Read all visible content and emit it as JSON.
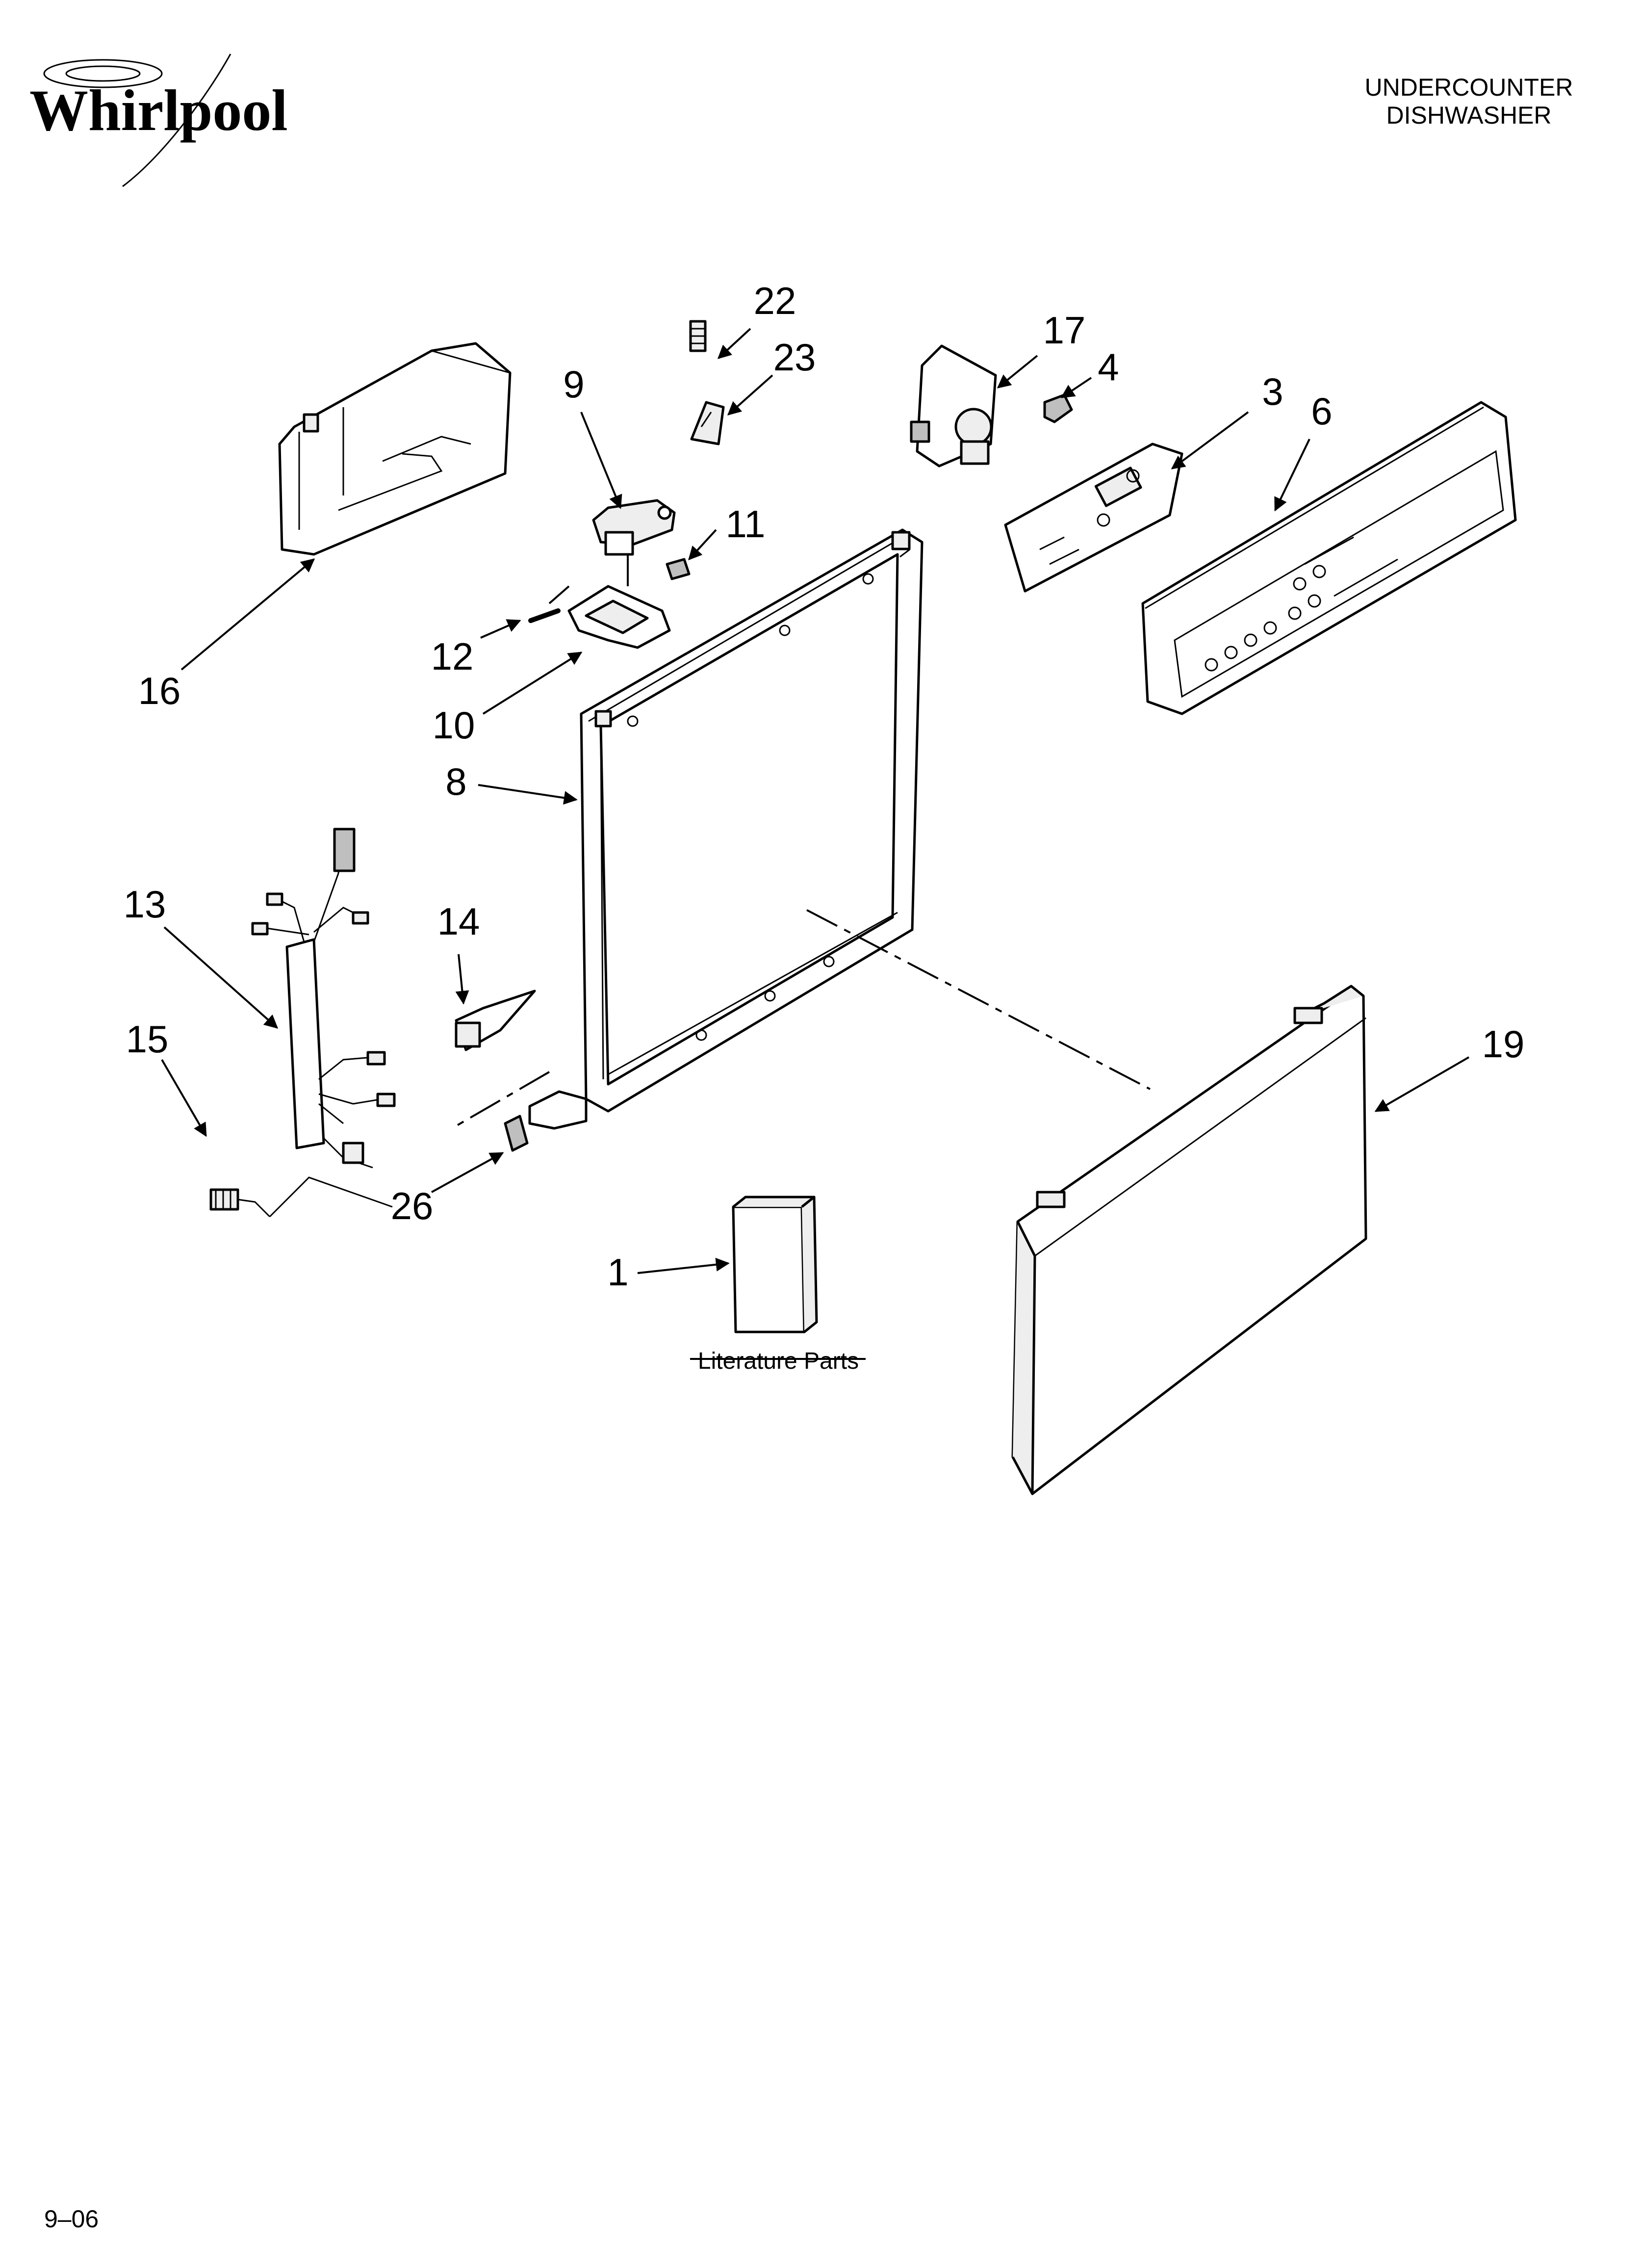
{
  "header": {
    "brand": "Whirlpool",
    "product_line1": "UNDERCOUNTER",
    "product_line2": "DISHWASHER"
  },
  "callouts": {
    "p1": "1",
    "p3": "3",
    "p4": "4",
    "p6": "6",
    "p8": "8",
    "p9": "9",
    "p10": "10",
    "p11": "11",
    "p12": "12",
    "p13": "13",
    "p14": "14",
    "p15": "15",
    "p16": "16",
    "p17": "17",
    "p19": "19",
    "p22": "22",
    "p23": "23",
    "p26": "26"
  },
  "literature_label": "Literature Parts",
  "footer": {
    "revision": "9–06"
  }
}
